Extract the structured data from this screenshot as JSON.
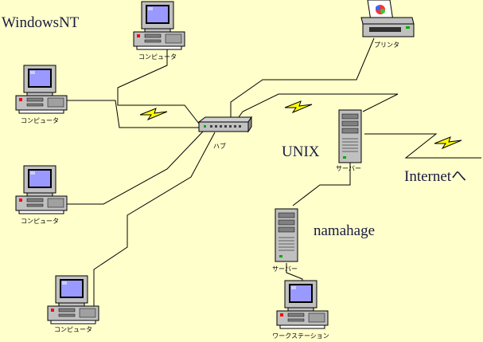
{
  "labels": {
    "windows_nt": "WindowsNT",
    "unix": "UNIX",
    "namahage": "namahage",
    "internet": "Internetへ"
  },
  "devices": {
    "pc_top": "コンピュータ",
    "pc_left_1": "コンピュータ",
    "pc_left_2": "コンピュータ",
    "pc_bottom": "コンピュータ",
    "hub": "ハブ",
    "printer": "プリンタ",
    "server_unix": "サーバー",
    "server_namahage": "サーバー",
    "workstation": "ワークステーション"
  },
  "colors": {
    "background": "#FFFFCC",
    "line": "#000000",
    "bolt_fill": "#FFFF00",
    "computer_body": "#C0C0C0",
    "screen": "#9999FF"
  }
}
